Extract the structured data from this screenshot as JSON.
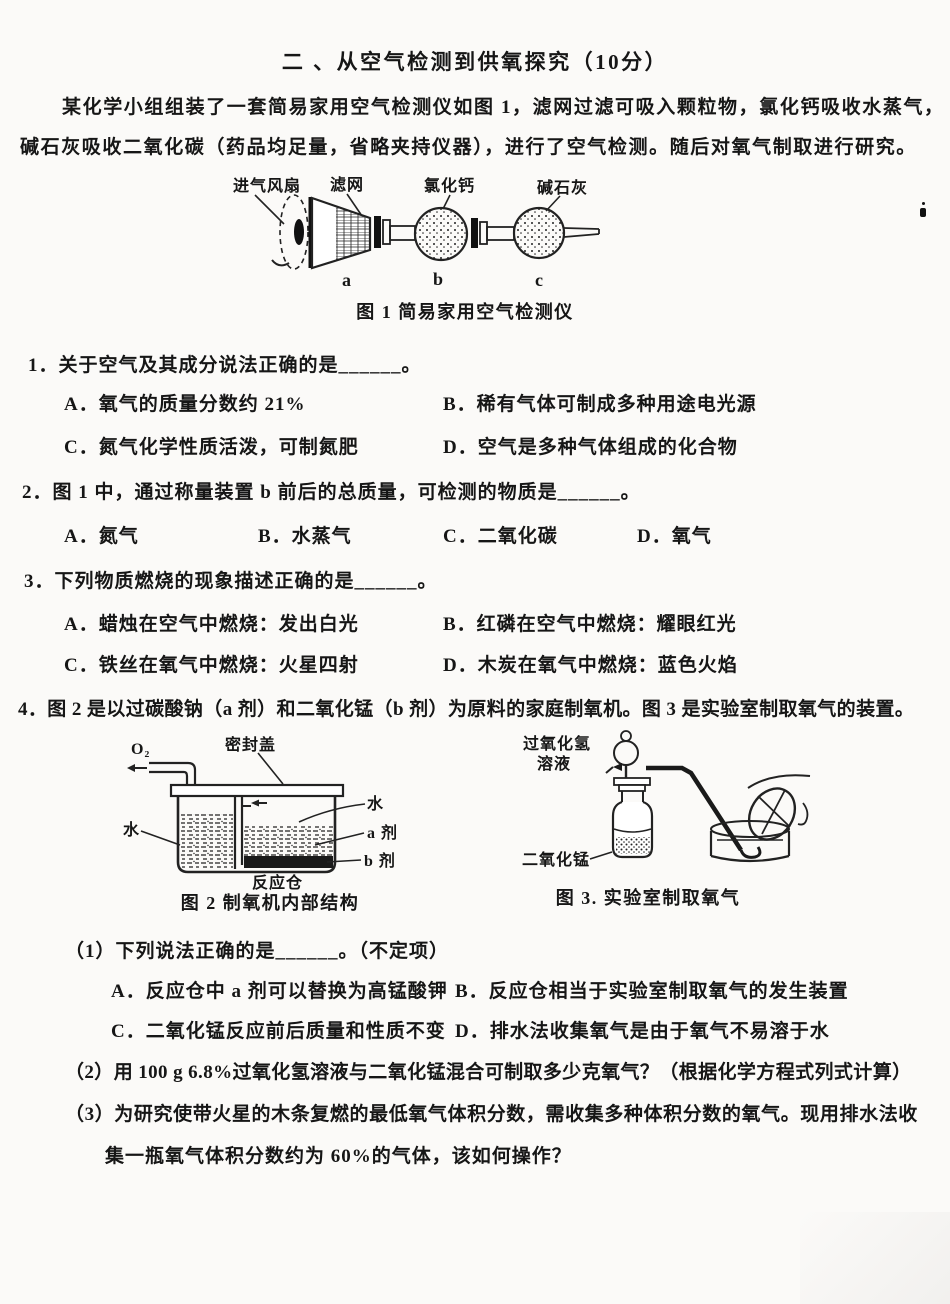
{
  "header": {
    "title": "二 、从空气检测到供氧探究（10分）"
  },
  "intro": {
    "line1": "某化学小组组装了一套简易家用空气检测仪如图 1，滤网过滤可吸入颗粒物，氯化钙吸收水蒸气，",
    "line2": "碱石灰吸收二氧化碳（药品均足量，省略夹持仪器），进行了空气检测。随后对氧气制取进行研究。"
  },
  "figure1": {
    "labels": {
      "fan": "进气风扇",
      "filter": "滤网",
      "calcium_chloride": "氯化钙",
      "soda_lime": "碱石灰"
    },
    "parts": {
      "a": "a",
      "b": "b",
      "c": "c"
    },
    "caption": "图 1  简易家用空气检测仪"
  },
  "q1": {
    "stem": "1．关于空气及其成分说法正确的是______。",
    "options": [
      "A．氧气的质量分数约 21%",
      "B．稀有气体可制成多种用途电光源",
      "C．氮气化学性质活泼，可制氮肥",
      "D．空气是多种气体组成的化合物"
    ]
  },
  "q2": {
    "stem": "2．图 1 中，通过称量装置 b 前后的总质量，可检测的物质是______。",
    "options": [
      "A．氮气",
      "B．水蒸气",
      "C．二氧化碳",
      "D．氧气"
    ]
  },
  "q3": {
    "stem": "3．下列物质燃烧的现象描述正确的是______。",
    "options": [
      "A．蜡烛在空气中燃烧：发出白光",
      "B．红磷在空气中燃烧：耀眼红光",
      "C．铁丝在氧气中燃烧：火星四射",
      "D．木炭在氧气中燃烧：蓝色火焰"
    ]
  },
  "q4": {
    "stem": "4．图 2 是以过碳酸钠（a 剂）和二氧化锰（b 剂）为原料的家庭制氧机。图 3 是实验室制取氧气的装置。",
    "figure2": {
      "labels": {
        "o2": "O₂",
        "lid": "密封盖",
        "water_left": "水",
        "water_right": "水",
        "agent_a": "a 剂",
        "agent_b": "b 剂",
        "chamber": "反应仓"
      },
      "caption": "图 2  制氧机内部结构"
    },
    "figure3": {
      "labels": {
        "peroxide_line1": "过氧化氢",
        "peroxide_line2": "溶液",
        "mno2": "二氧化锰"
      },
      "caption": "图 3. 实验室制取氧气"
    },
    "sub1": {
      "stem": "（1）下列说法正确的是______。（不定项）",
      "options": [
        "A．反应仓中 a 剂可以替换为高锰酸钾",
        "B．反应仓相当于实验室制取氧气的发生装置",
        "C．二氧化锰反应前后质量和性质不变",
        "D．排水法收集氧气是由于氧气不易溶于水"
      ]
    },
    "sub2": {
      "stem": "（2）用 100 g 6.8%过氧化氢溶液与二氧化锰混合可制取多少克氧气？（根据化学方程式列式计算）"
    },
    "sub3": {
      "line1": "（3）为研究使带火星的木条复燃的最低氧气体积分数，需收集多种体积分数的氧气。现用排水法收",
      "line2": "集一瓶氧气体积分数约为 60%的气体，该如何操作？"
    }
  },
  "colors": {
    "ink": "#161616",
    "paper": "#fbfaf8"
  }
}
